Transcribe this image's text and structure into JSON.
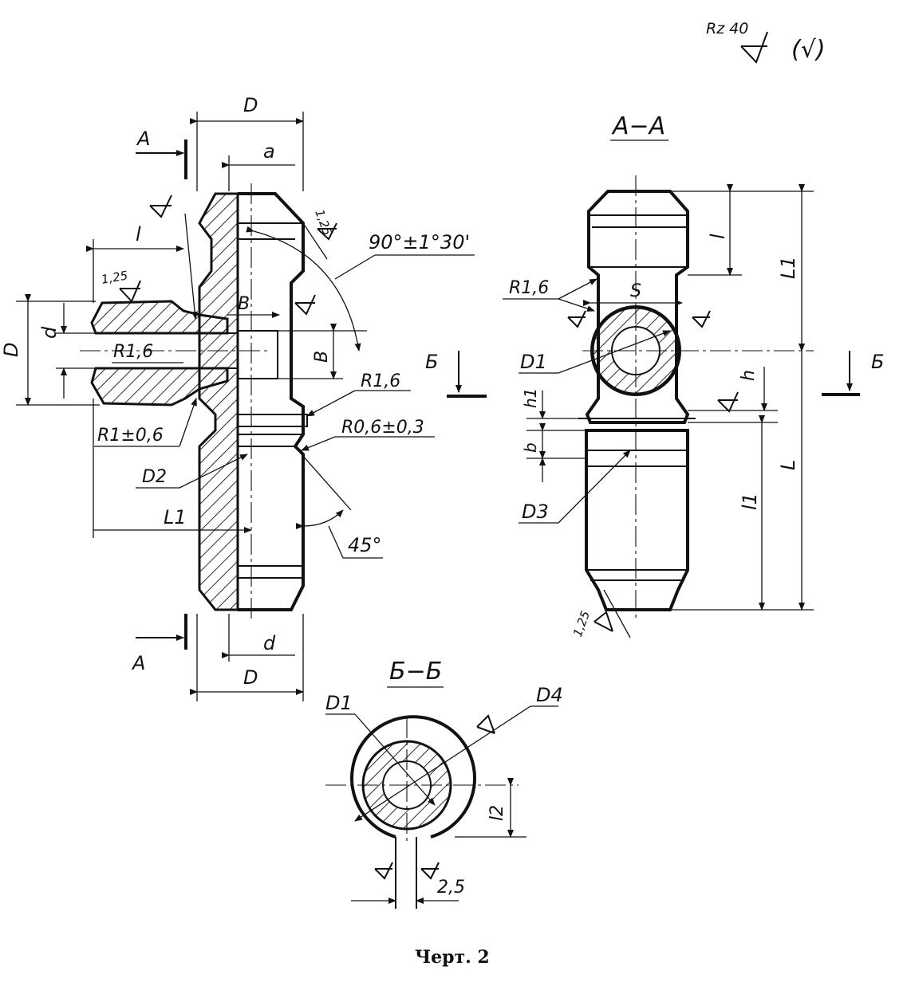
{
  "roughness": {
    "symbol": "Rz 40",
    "parenthetical": "(√)"
  },
  "front_view": {
    "section_mark_top": "A",
    "section_mark_bottom": "A",
    "dims": {
      "D_top": "D",
      "a_top": "a",
      "l": "l",
      "chamfer_top": "1,25",
      "chamfer_left": "1,25",
      "angle": "90°±1°30'",
      "D_left": "D",
      "d_left": "d",
      "R_inner": "R1,6",
      "B_h": "B",
      "B_v": "B",
      "R1_right": "R1,6",
      "R06": "R0,6±0,3",
      "R1_left": "R1±0,6",
      "D2": "D2",
      "L1": "L1",
      "angle45": "45°",
      "d_bottom": "d",
      "D_bottom": "D"
    }
  },
  "section_AA": {
    "title": "A−A",
    "dims": {
      "l": "l",
      "L1": "L1",
      "R": "R1,6",
      "S": "S",
      "D1": "D1",
      "h1": "h1",
      "h": "h",
      "b": "b",
      "L": "L",
      "l1": "l1",
      "D3": "D3",
      "chamfer": "1,25"
    }
  },
  "section_marks_BB": {
    "left": "Б",
    "right": "Б"
  },
  "section_BB": {
    "title": "Б−Б",
    "dims": {
      "D1": "D1",
      "D4": "D4",
      "l2": "l2",
      "width": "2,5"
    }
  },
  "caption": "Черт. 2"
}
